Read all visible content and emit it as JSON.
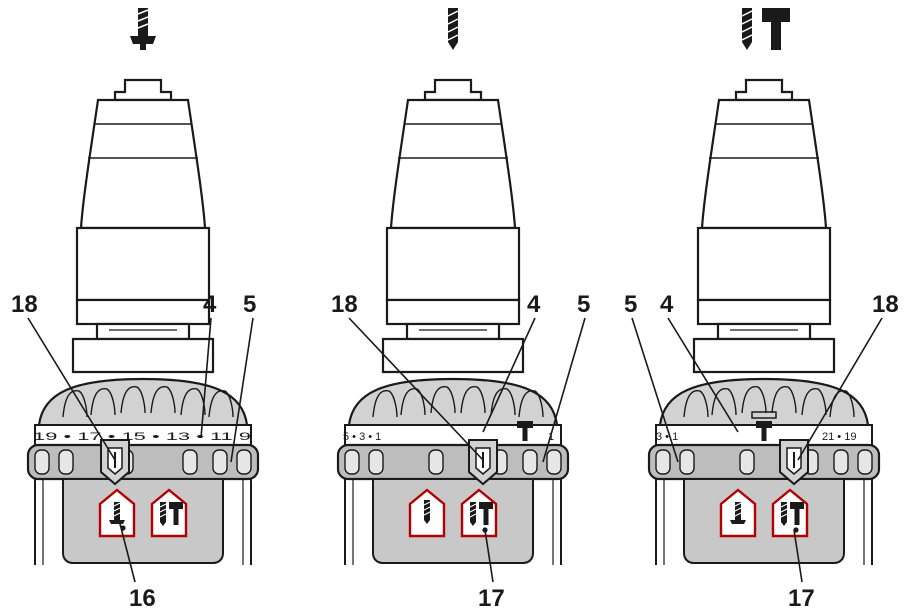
{
  "panels": [
    {
      "id": "screwdriving",
      "mode_icon": "screw-bit-icon",
      "callouts": {
        "left_top": "18",
        "mid_top": "4",
        "right_top": "5",
        "bottom": "16"
      },
      "scale_text": "19 • 17 • 15 • 13 • 11 9",
      "buttons": [
        "screw-mode-button",
        "hammer-drill-mode-button"
      ],
      "active_button": 0
    },
    {
      "id": "drilling",
      "mode_icon": "drill-bit-icon",
      "callouts": {
        "left_top": "18",
        "mid_top": "4",
        "right_top": "5",
        "bottom": "17"
      },
      "scale_text": "5 • 3 • 1",
      "scale_right": "1",
      "buttons": [
        "screw-mode-button",
        "hammer-drill-mode-button"
      ],
      "active_button": 1
    },
    {
      "id": "hammer-drilling",
      "mode_icon": "hammer-drill-icon",
      "callouts": {
        "left_top": "5",
        "mid_top": "4",
        "right_top": "18",
        "bottom": "17"
      },
      "scale_text": "3 • 1",
      "scale_right": "21 • 19",
      "buttons": [
        "screw-mode-button",
        "hammer-drill-mode-button"
      ],
      "active_button": 1
    }
  ],
  "colors": {
    "ink": "#1a1a1a",
    "body_grey": "#d2d2d2",
    "ring_grey": "#bdbdbd",
    "panel_grey": "#c8c8c8",
    "icon_red": "#b30000"
  }
}
